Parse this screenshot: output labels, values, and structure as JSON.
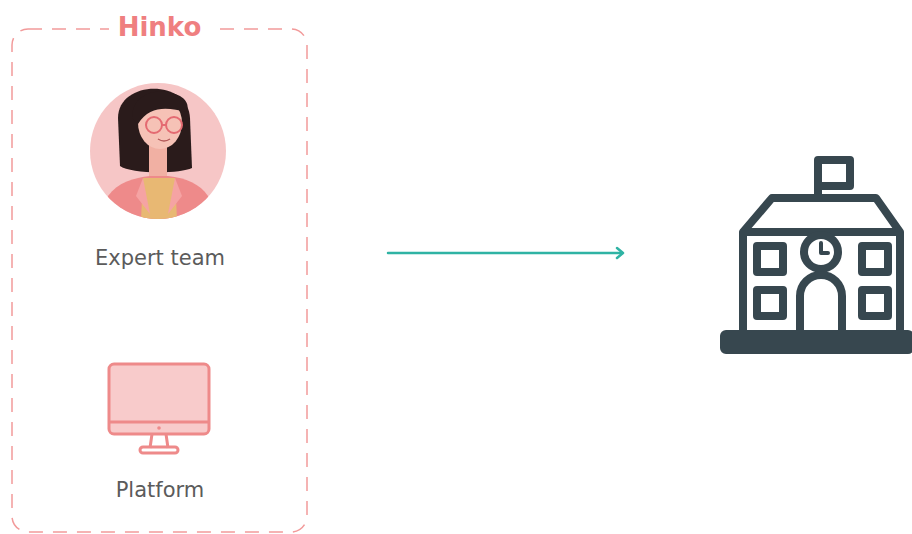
{
  "diagram": {
    "nodes": [
      {
        "text": [
          "Hinko"
        ]
      },
      {
        "text": [
          "Expert team"
        ],
        "in": 0
      },
      {
        "text": [
          "Platform"
        ],
        "in": 0
      }
    ]
  }
}
